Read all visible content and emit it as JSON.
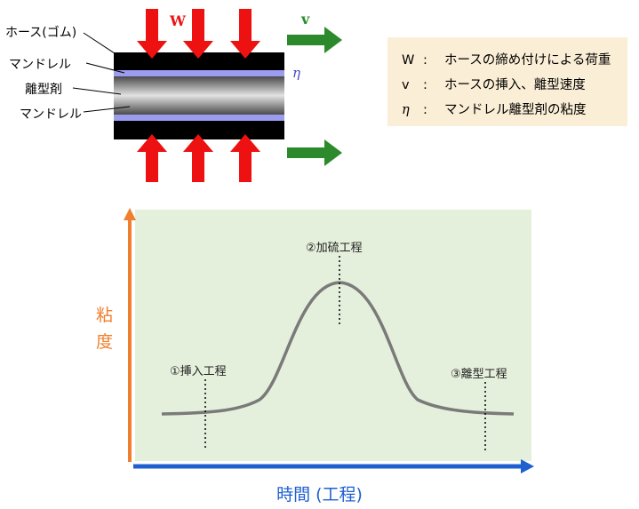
{
  "hose_diagram": {
    "labels": {
      "hose": "ホース(ゴム)",
      "mandrel_top": "マンドレル",
      "release_agent": "離型剤",
      "mandrel_bottom": "マンドレル"
    },
    "arrow_w_label": "W",
    "arrow_v_label": "v",
    "eta_label": "η",
    "colors": {
      "load_arrow": "#ee1111",
      "speed_arrow": "#2c8a2c",
      "release_layer": "#9b9bf0",
      "hose": "#000000"
    }
  },
  "legend": {
    "items": [
      {
        "symbol": "W",
        "text": "ホースの締め付けによる荷重"
      },
      {
        "symbol": "v",
        "text": "ホースの挿入、離型速度"
      },
      {
        "symbol": "η",
        "text": "マンドレル離型剤の粘度"
      }
    ],
    "background": "#fbeed6"
  },
  "viscosity_chart": {
    "ylabel_chars": [
      "粘",
      "度"
    ],
    "xlabel": "時間 (工程)",
    "steps": [
      {
        "label": "①挿入工程"
      },
      {
        "label": "②加硫工程"
      },
      {
        "label": "③離型工程"
      }
    ],
    "colors": {
      "y_axis": "#f08030",
      "x_axis": "#1f5fd0",
      "curve": "#7a7a7a",
      "background": "#e5f0dc"
    }
  }
}
